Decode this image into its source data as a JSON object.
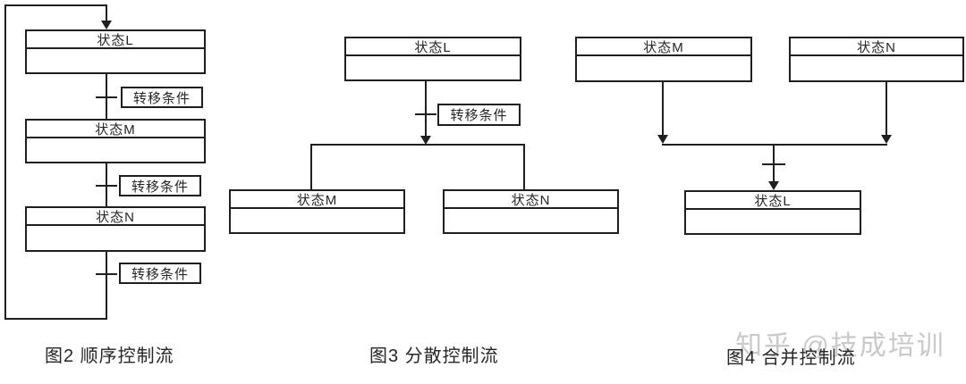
{
  "colors": {
    "line": "#1f1f1f",
    "text": "#262626",
    "watermark": "#c9c9c9",
    "background": "#ffffff"
  },
  "watermark": {
    "text": "知乎 @技成培训"
  },
  "sequential": {
    "caption": "图2 顺序控制流",
    "states": [
      "状态L",
      "状态M",
      "状态N"
    ],
    "transitions": [
      "转移条件",
      "转移条件",
      "转移条件"
    ]
  },
  "divergent": {
    "caption": "图3 分散控制流",
    "states": [
      "状态L",
      "状态M",
      "状态N"
    ],
    "transitions": [
      "转移条件"
    ]
  },
  "merge": {
    "caption": "图4 合并控制流",
    "states": [
      "状态M",
      "状态N",
      "状态L"
    ]
  }
}
